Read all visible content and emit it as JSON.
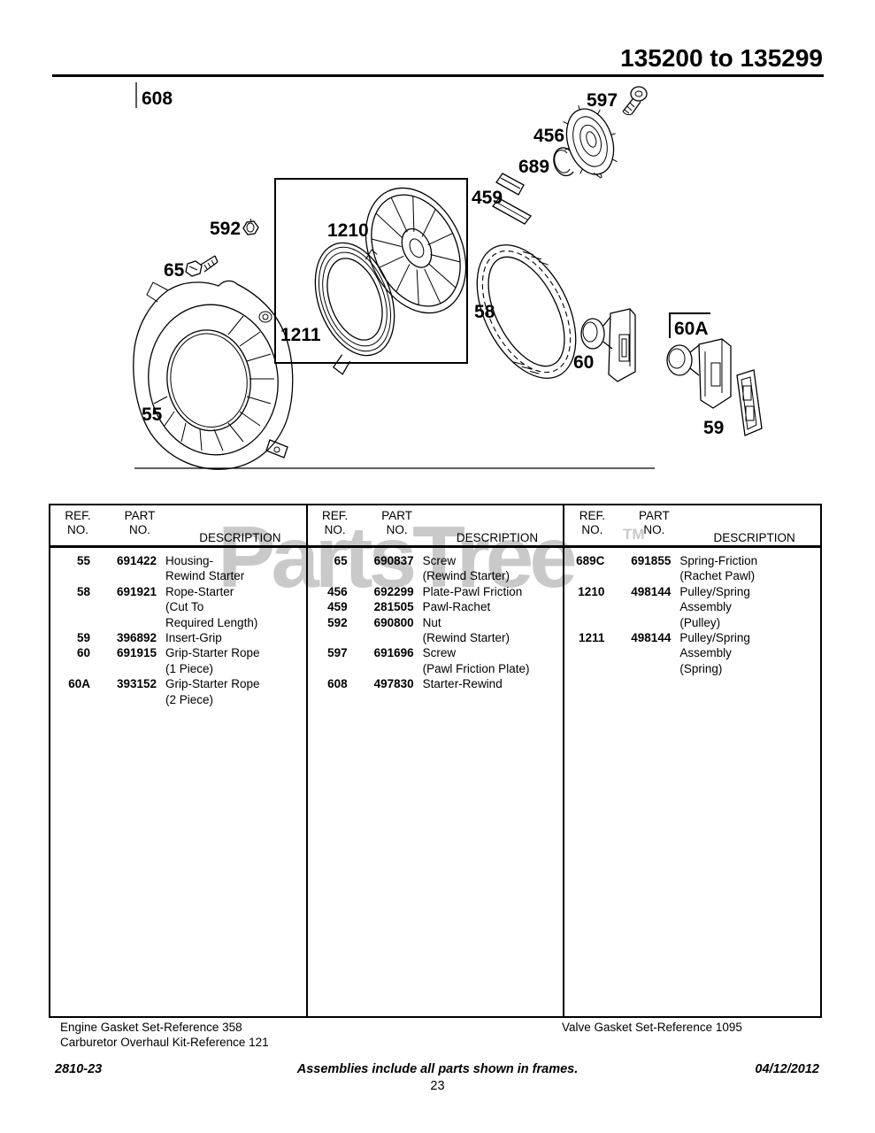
{
  "page": {
    "header_title": "135200 to 135299",
    "page_number": "23"
  },
  "watermark": {
    "text": "PartsTree",
    "tm": "TM"
  },
  "diagram": {
    "callouts": {
      "n608": "608",
      "n597": "597",
      "n456": "456",
      "n689": "689",
      "n459": "459",
      "n592": "592",
      "n1210": "1210",
      "n65": "65",
      "n1211": "1211",
      "n58": "58",
      "n55": "55",
      "n60": "60",
      "n60A": "60A",
      "n59": "59"
    }
  },
  "table": {
    "headers": {
      "ref": "REF.\nNO.",
      "part": "PART\nNO.",
      "desc": "DESCRIPTION"
    },
    "cols": [
      {
        "rows": [
          {
            "ref": "55",
            "part": "691422",
            "desc": "Housing-\nRewind Starter"
          },
          {
            "ref": "58",
            "part": "691921",
            "desc": "Rope-Starter\n(Cut To\nRequired Length)"
          },
          {
            "ref": "59",
            "part": "396892",
            "desc": "Insert-Grip"
          },
          {
            "ref": "60",
            "part": "691915",
            "desc": "Grip-Starter Rope\n(1 Piece)"
          },
          {
            "ref": "60A",
            "part": "393152",
            "desc": "Grip-Starter Rope\n(2 Piece)"
          }
        ]
      },
      {
        "rows": [
          {
            "ref": "65",
            "part": "690837",
            "desc": "Screw\n(Rewind Starter)"
          },
          {
            "ref": "456",
            "part": "692299",
            "desc": "Plate-Pawl Friction"
          },
          {
            "ref": "459",
            "part": "281505",
            "desc": "Pawl-Rachet"
          },
          {
            "ref": "592",
            "part": "690800",
            "desc": "Nut\n(Rewind Starter)"
          },
          {
            "ref": "597",
            "part": "691696",
            "desc": "Screw\n(Pawl Friction Plate)"
          },
          {
            "ref": "608",
            "part": "497830",
            "desc": "Starter-Rewind"
          }
        ]
      },
      {
        "rows": [
          {
            "ref": "689C",
            "part": "691855",
            "desc": "Spring-Friction\n(Rachet Pawl)"
          },
          {
            "ref": "1210",
            "part": "498144",
            "desc": "Pulley/Spring\nAssembly\n(Pulley)"
          },
          {
            "ref": "1211",
            "part": "498144",
            "desc": "Pulley/Spring\nAssembly\n(Spring)"
          }
        ]
      }
    ]
  },
  "footnotes": {
    "left": [
      "Engine Gasket Set-Reference 358",
      "Carburetor Overhaul Kit-Reference 121"
    ],
    "right": "Valve Gasket Set-Reference 1095"
  },
  "footer": {
    "doc_number": "2810-23",
    "note": "Assemblies include all parts shown in frames.",
    "date": "04/12/2012"
  }
}
